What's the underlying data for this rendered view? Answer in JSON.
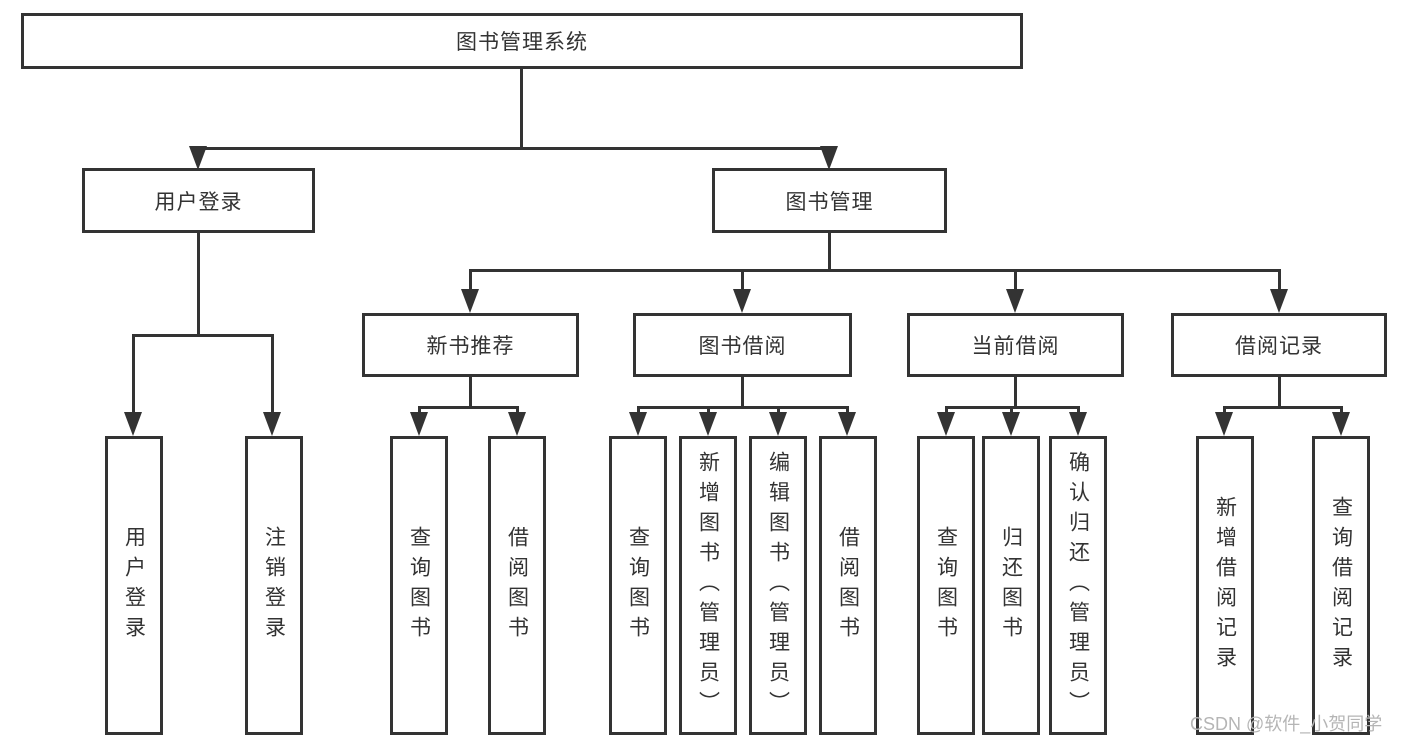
{
  "diagram": {
    "root": {
      "label": "图书管理系统"
    },
    "branches": [
      {
        "label": "用户登录",
        "leaves": [
          {
            "label": "用户登录"
          },
          {
            "label": "注销登录"
          }
        ]
      },
      {
        "label": "图书管理",
        "groups": [
          {
            "label": "新书推荐",
            "leaves": [
              {
                "label": "查询图书"
              },
              {
                "label": "借阅图书"
              }
            ]
          },
          {
            "label": "图书借阅",
            "leaves": [
              {
                "label": "查询图书"
              },
              {
                "label": "新增图书（管理员）"
              },
              {
                "label": "编辑图书（管理员）"
              },
              {
                "label": "借阅图书"
              }
            ]
          },
          {
            "label": "当前借阅",
            "leaves": [
              {
                "label": "查询图书"
              },
              {
                "label": "归还图书"
              },
              {
                "label": "确认归还（管理员）"
              }
            ]
          },
          {
            "label": "借阅记录",
            "leaves": [
              {
                "label": "新增借阅记录"
              },
              {
                "label": "查询借阅记录"
              }
            ]
          }
        ]
      }
    ]
  },
  "watermark": {
    "text": "CSDN @软件_小贺同学"
  },
  "colors": {
    "line": "#333333",
    "text": "#333333",
    "box_background": "#ffffff",
    "page_background": "#ffffff",
    "watermark": "#b5b5b5"
  }
}
